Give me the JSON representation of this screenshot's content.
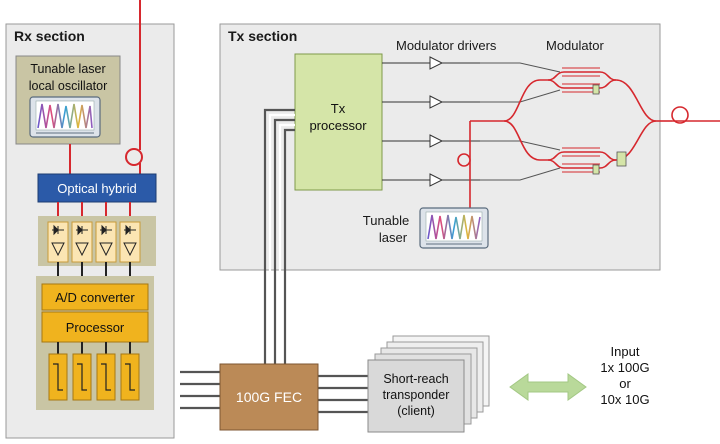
{
  "rx": {
    "title": "Rx section",
    "laser_line1": "Tunable laser",
    "laser_line2": "local oscillator",
    "hybrid": "Optical hybrid",
    "adc": "A/D converter",
    "processor": "Processor"
  },
  "tx": {
    "title": "Tx section",
    "drivers": "Modulator drivers",
    "modulator": "Modulator",
    "processor_line1": "Tx",
    "processor_line2": "processor",
    "laser_line1": "Tunable",
    "laser_line2": "laser"
  },
  "fec": "100G FEC",
  "transponder": {
    "line1": "Short-reach",
    "line2": "transponder",
    "line3": "(client)"
  },
  "input": {
    "line1": "Input",
    "line2": "1x 100G",
    "line3": "or",
    "line4": "10x 10G"
  },
  "colors": {
    "panel": "#ebebeb",
    "panel_border": "#9a9a9a",
    "olive": "#c9c5a4",
    "hybrid": "#2b5aa8",
    "amber": "#f0b31e",
    "green_box": "#d5e5a8",
    "fec": "#bb8a57",
    "fiber": "#d6282e",
    "arrow": "#b9d99a"
  }
}
